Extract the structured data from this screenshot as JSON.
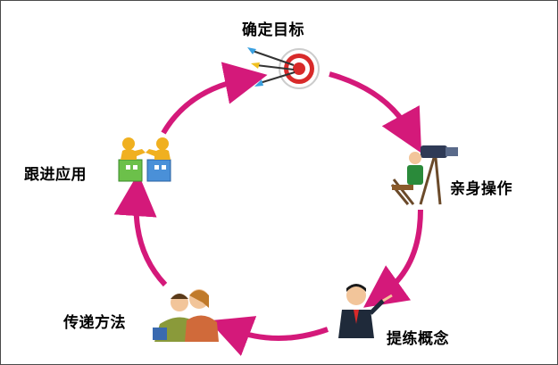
{
  "cycle": {
    "steps": [
      {
        "label": "确定目标",
        "icon": "target-arrows-icon"
      },
      {
        "label": "亲身操作",
        "icon": "camera-operator-icon"
      },
      {
        "label": "提练概念",
        "icon": "businessman-presenting-icon"
      },
      {
        "label": "传递方法",
        "icon": "people-group-icon"
      },
      {
        "label": "跟进应用",
        "icon": "handshake-blocks-icon"
      }
    ],
    "arrow_color": "#d4197a"
  }
}
